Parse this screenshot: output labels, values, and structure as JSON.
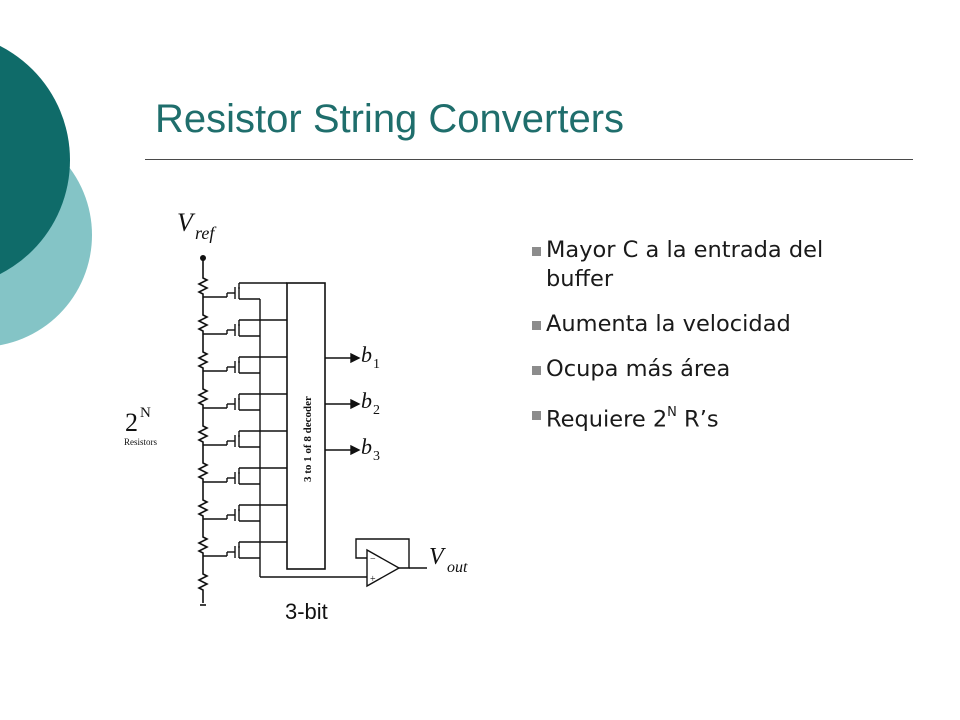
{
  "slide": {
    "title": "Resistor String Converters",
    "accent_color": "#1f6e6c",
    "circle_dark_color": "#0f6b69",
    "circle_light_color": "#84c4c6"
  },
  "diagram": {
    "vref_main": "V",
    "vref_sub": "ref",
    "resistor_count_base": "2",
    "resistor_count_exp": "N",
    "resistors_label": "Resistors",
    "decoder_label": "3 to 1 of 8 decoder",
    "outputs": [
      {
        "main": "b",
        "sub": "1"
      },
      {
        "main": "b",
        "sub": "2"
      },
      {
        "main": "b",
        "sub": "3"
      }
    ],
    "vout_main": "V",
    "vout_sub": "out",
    "bits_label": "3-bit",
    "opamp_minus": "−",
    "opamp_plus": "+"
  },
  "bullets": [
    {
      "text": "Mayor C a la entrada del buffer",
      "sup": ""
    },
    {
      "text": "Aumenta la velocidad",
      "sup": ""
    },
    {
      "text": "Ocupa más área",
      "sup": ""
    },
    {
      "text": "Requiere 2",
      "sup": "N",
      "tail": " R’s"
    }
  ]
}
